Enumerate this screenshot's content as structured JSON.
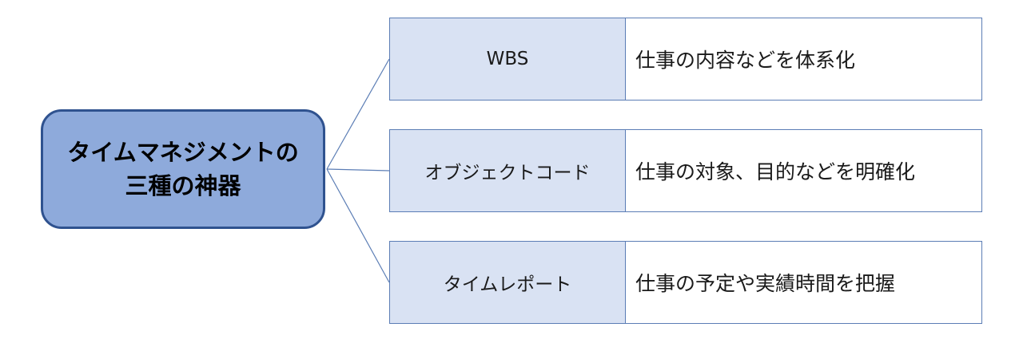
{
  "root": {
    "line1": "タイムマネジメントの",
    "line2": "三種の神器",
    "fill_color": "#8eaadb",
    "border_color": "#2f528f"
  },
  "items": [
    {
      "term": "WBS",
      "description": "仕事の内容などを体系化"
    },
    {
      "term": "オブジェクトコード",
      "description": "仕事の対象、目的などを明確化"
    },
    {
      "term": "タイムレポート",
      "description": "仕事の予定や実績時間を把握"
    }
  ],
  "colors": {
    "term_fill": "#d9e2f3",
    "connector": "#5b7db5"
  }
}
